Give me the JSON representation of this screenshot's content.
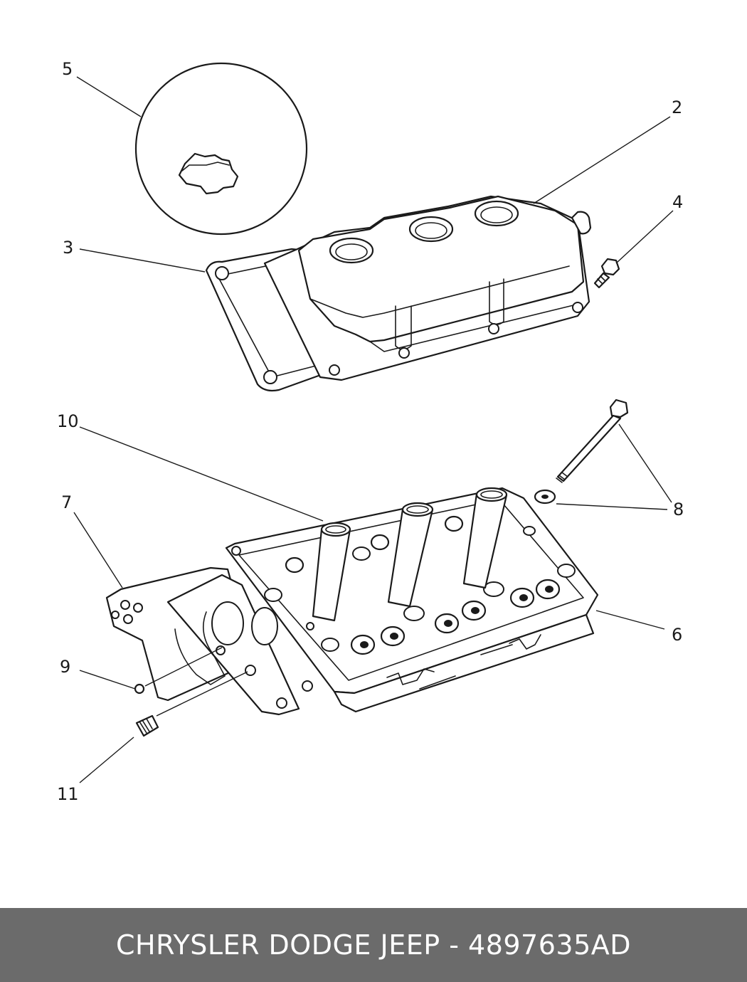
{
  "diagram": {
    "callouts": {
      "c2": "2",
      "c3": "3",
      "c4": "4",
      "c5": "5",
      "c6": "6",
      "c7": "7",
      "c8": "8",
      "c9": "9",
      "c10": "10",
      "c11": "11"
    }
  },
  "footer": {
    "text": "CHRYSLER DODGE JEEP - 4897635AD",
    "background": "#6b6b6b",
    "text_color": "#ffffff"
  }
}
